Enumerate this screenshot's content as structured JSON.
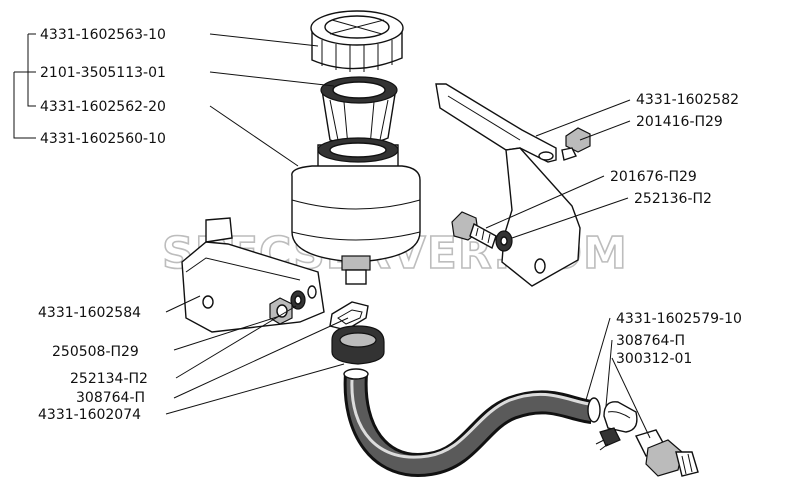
{
  "labels": {
    "cap": "4331-1602563-10",
    "filter": "2101-3505113-01",
    "reservoir_body": "4331-1602562-20",
    "reservoir_assembly": "4331-1602560-10",
    "bracket_right": "4331-1602582",
    "bolt_top": "201416-П29",
    "bolt_mid": "201676-П29",
    "washer_right": "252136-П2",
    "bracket_left": "4331-1602584",
    "nut_left": "250508-П29",
    "washer_left": "252134-П2",
    "clamp_top": "308764-П",
    "hose": "4331-1602074",
    "hose_end": "4331-1602579-10",
    "clamp_bottom": "308764-П",
    "fitting": "300312-01"
  },
  "watermark": "SPECSERVER.COM",
  "colors": {
    "line": "#111111",
    "watermark": "#bdbdbd",
    "background": "#ffffff"
  }
}
